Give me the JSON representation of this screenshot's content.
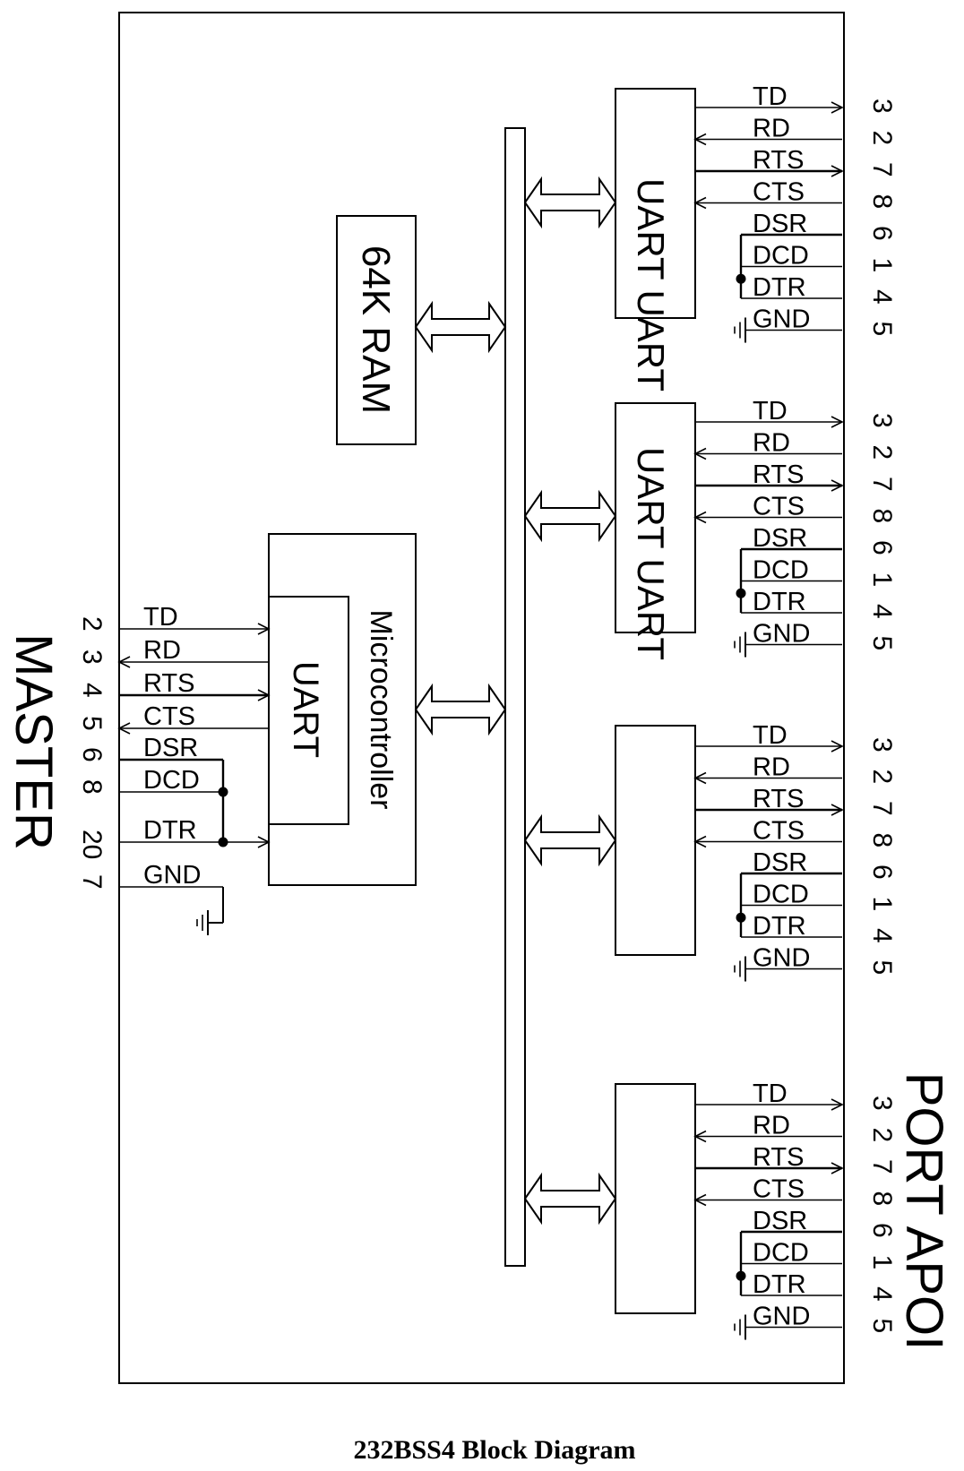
{
  "caption": "232BSS4 Block Diagram",
  "labels": {
    "master": "MASTER",
    "port": "PORT APOI",
    "ram": "64K RAM",
    "microcontroller": "Microcontroller",
    "master_uart": "UART",
    "uart_block_1": "UART UART",
    "uart_block_2": "UART UART"
  },
  "master_signals": [
    {
      "name": "TD",
      "pin": "2"
    },
    {
      "name": "RD",
      "pin": "3"
    },
    {
      "name": "RTS",
      "pin": "4"
    },
    {
      "name": "CTS",
      "pin": "5"
    },
    {
      "name": "DSR",
      "pin": "6"
    },
    {
      "name": "DCD",
      "pin": "8"
    },
    {
      "name": "DTR",
      "pin": "20"
    },
    {
      "name": "GND",
      "pin": "7"
    }
  ],
  "port_signals": [
    {
      "name": "TD",
      "pin": "3"
    },
    {
      "name": "RD",
      "pin": "2"
    },
    {
      "name": "RTS",
      "pin": "7"
    },
    {
      "name": "CTS",
      "pin": "8"
    },
    {
      "name": "DSR",
      "pin": "6"
    },
    {
      "name": "DCD",
      "pin": "1"
    },
    {
      "name": "DTR",
      "pin": "4"
    },
    {
      "name": "GND",
      "pin": "5"
    }
  ],
  "port_count": 4
}
